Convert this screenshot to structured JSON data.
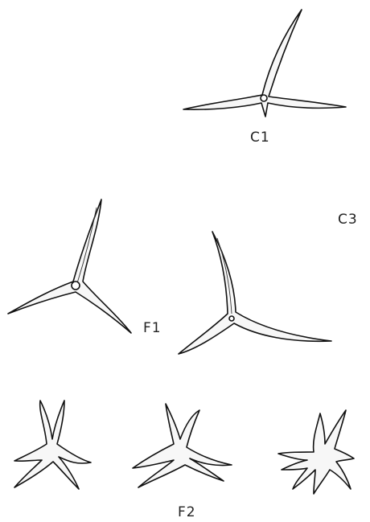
{
  "labels": {
    "c1": "C1",
    "c3": "C3",
    "f1": "F1",
    "f2": "F2"
  }
}
